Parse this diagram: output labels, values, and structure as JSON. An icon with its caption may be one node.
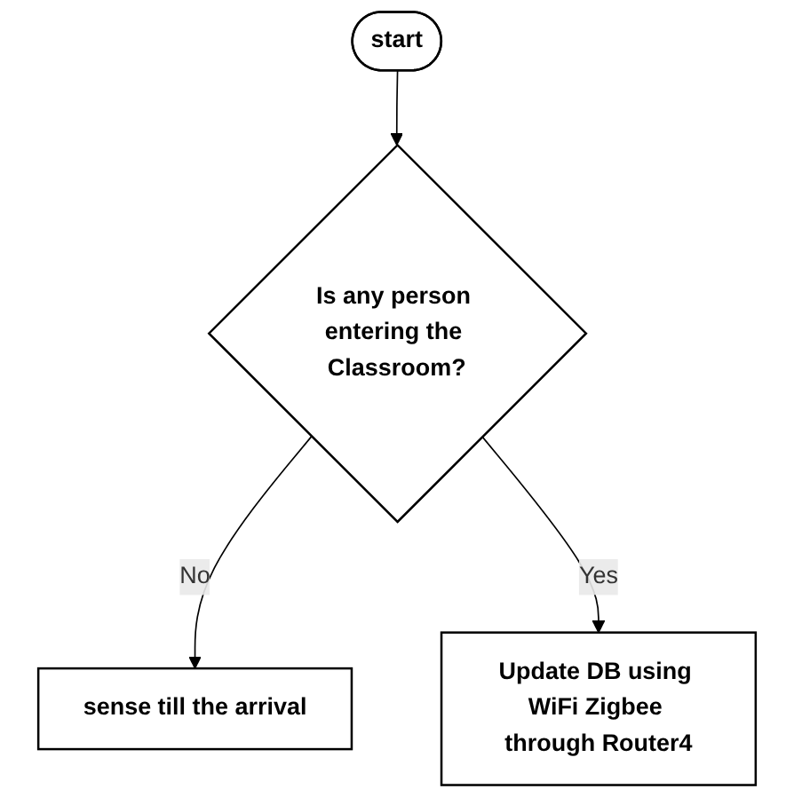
{
  "diagram": {
    "nodes": [
      {
        "text": [
          "start"
        ]
      },
      {
        "text": [
          "Is any person entering the Classroom?"
        ]
      },
      {
        "text": [
          "sense till the arrival"
        ]
      },
      {
        "text": [
          "Update DB using WiFi Zigbee through Router4"
        ]
      }
    ],
    "edges": [
      {
        "from": 0,
        "to": 1,
        "arrow": "to"
      },
      {
        "from": 1,
        "to": 2,
        "label": "No",
        "arrow": "to"
      },
      {
        "from": 1,
        "to": 3,
        "label": "Yes",
        "arrow": "to"
      }
    ]
  }
}
